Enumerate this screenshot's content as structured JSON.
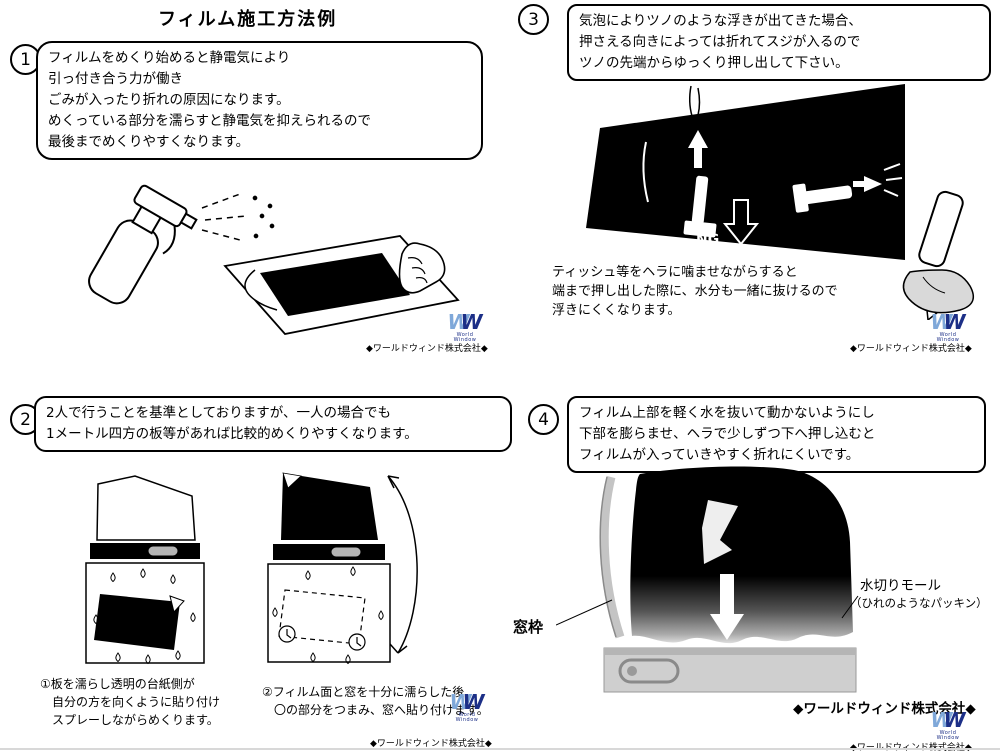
{
  "title": "フィルム施工方法例",
  "brand": {
    "logo_letter": "W",
    "logo_sub": "World Window",
    "company": "◆ワールドウィンド株式会社◆"
  },
  "s1": {
    "num": "1",
    "text": "フィルムをめくり始めると静電気により\n引っ付き合う力が働き\nごみが入ったり折れの原因になります。\nめくっている部分を濡らすと静電気を抑えられるので\n最後までめくりやすくなります。"
  },
  "s2": {
    "num": "2",
    "text": "2人で行うことを基準としておりますが、一人の場合でも\n1メートル四方の板等があれば比較的めくりやすくなります。",
    "caption1": "①板を濡らし透明の台紙側が\n　自分の方を向くように貼り付け\n　スプレーしながらめくります。",
    "caption2": "②フィルム面と窓を十分に濡らした後\n　〇の部分をつまみ、窓へ貼り付けます。"
  },
  "s3": {
    "num": "3",
    "text": "気泡によりツノのような浮きが出てきた場合、\n押さえる向きによっては折れてスジが入るので\nツノの先端からゆっくり押し出して下さい。",
    "ng": "NG",
    "note": "ティッシュ等をヘラに噛ませながらすると\n端まで押し出した際に、水分も一緒に抜けるので\n浮きにくくなります。"
  },
  "s4": {
    "num": "4",
    "text": "フィルム上部を軽く水を抜いて動かないようにし\n下部を膨らませ、ヘラで少しずつ下へ押し込むと\nフィルムが入っていきやすく折れにくいです。",
    "label_frame": "窓枠",
    "label_molding": "水切りモール",
    "label_molding_sub": "（ひれのようなパッキン）",
    "company_bold": "◆ワールドウィンド株式会社◆"
  }
}
